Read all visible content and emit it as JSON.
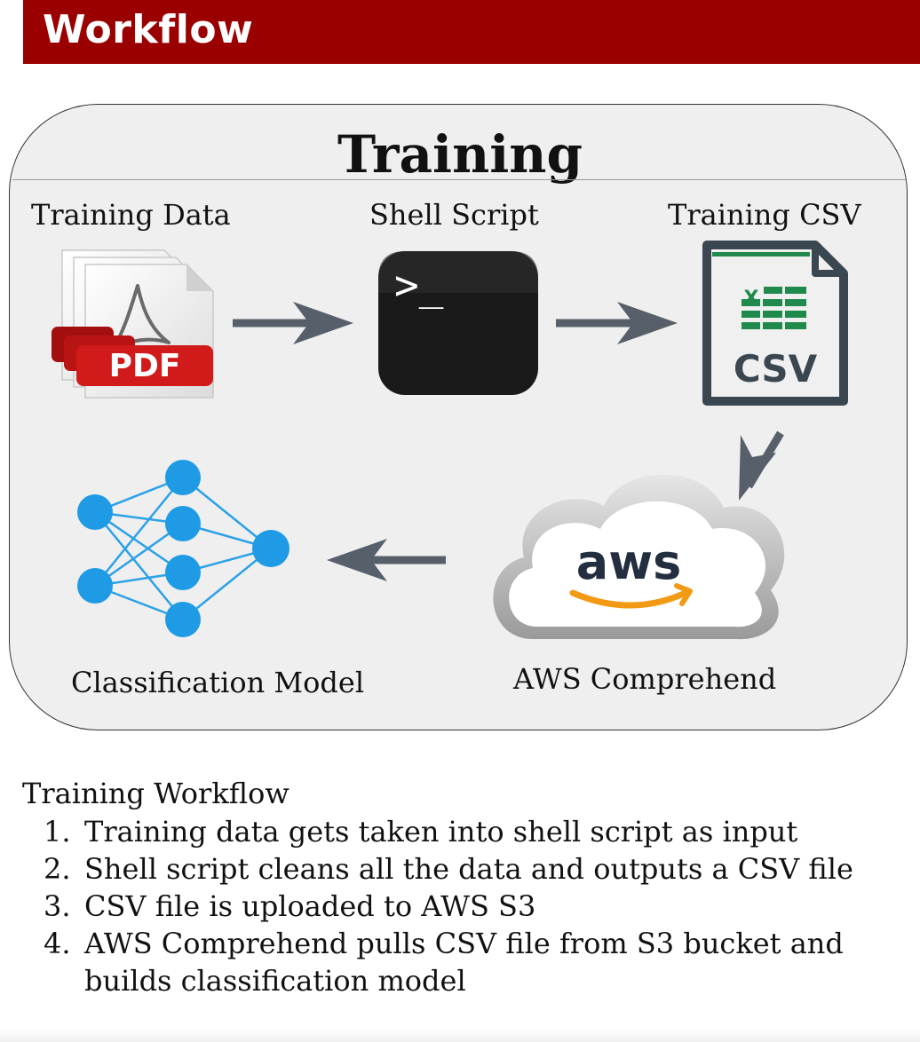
{
  "header": {
    "title": "Workflow",
    "bg_color": "#9b0000"
  },
  "diagram": {
    "title": "Training",
    "nodes": {
      "training_data": {
        "label": "Training Data",
        "icon": "pdf-files-icon",
        "badge": "PDF"
      },
      "shell_script": {
        "label": "Shell Script",
        "icon": "terminal-icon",
        "glyph": ">_"
      },
      "training_csv": {
        "label": "Training CSV",
        "icon": "csv-file-icon",
        "badge": "CSV",
        "excel_mark": "X"
      },
      "aws_comprehend": {
        "label": "AWS Comprehend",
        "icon": "aws-cloud-icon",
        "logo_text": "aws"
      },
      "classification_model": {
        "label": "Classification Model",
        "icon": "neural-network-icon"
      }
    },
    "arrow_color": "#57606a"
  },
  "workflow": {
    "heading": "Training Workflow",
    "steps": [
      {
        "num": "1.",
        "text": "Training data gets taken into shell script as input"
      },
      {
        "num": "2.",
        "text": "Shell script cleans all the data and outputs a CSV file"
      },
      {
        "num": "3.",
        "text": "CSV file is uploaded to AWS S3"
      },
      {
        "num": "4.",
        "text": "AWS Comprehend pulls CSV file from S3 bucket and builds classification model"
      }
    ]
  }
}
